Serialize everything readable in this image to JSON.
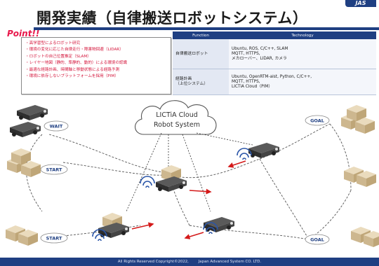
{
  "title": "開発実績（自律搬送ロボットシステム）",
  "logo": "JAS",
  "point": {
    "label": "Point!!",
    "items": [
      {
        "text": "・高学習型によるロボット研究",
        "color": "#d4143a"
      },
      {
        "text": "・環境の変化に応じた自律走行・障害物回避（LIDAR）",
        "color": "#d4143a"
      },
      {
        "text": "・ロボットの自己位置推定（SLAM）",
        "color": "#d4143a"
      },
      {
        "text": "・レイヤー地図（静的、準静的、動的）による環境の認識",
        "color": "#d4143a"
      },
      {
        "text": "・最適な経路計画、時間軸と移動状態による経路予測",
        "color": "#d4143a"
      },
      {
        "text": "・環境に依存しないプラットフォームを採用（PIM）",
        "color": "#d4143a"
      }
    ]
  },
  "table": {
    "headers": [
      "Function",
      "Technology"
    ],
    "rows": [
      {
        "category": "自律搬送ロボット",
        "tech": [
          "Ubuntu, ROS, C/C++, SLAM",
          "MQTT, HTTPS,",
          "メカローバー、LIDAR, カメラ"
        ]
      },
      {
        "category_lines": [
          "経路計画",
          "（上位システム）"
        ],
        "tech": [
          "Ubuntu, OpenRTM-aist, Python, C/C++,",
          "MQTT, HTTPS,",
          "LICTiA Cloud（PIM）"
        ]
      }
    ]
  },
  "diagram": {
    "cloud_lines": [
      "LICTiA Cloud",
      "Robot System"
    ],
    "labels": {
      "wait": "WAIT",
      "start": "START",
      "goal": "GOAL"
    }
  },
  "footer": {
    "copyright": "All Rights Reserved Copyright©2022,",
    "company": "Japan Advanced System CO. LTD."
  },
  "colors": {
    "navy": "#1f3f82",
    "accent_red": "#e8174a",
    "robot_body": "#3d3d3d",
    "box": "#d9c7a6",
    "arrow": "#d41a1a",
    "wifi": "#2a55a8"
  }
}
